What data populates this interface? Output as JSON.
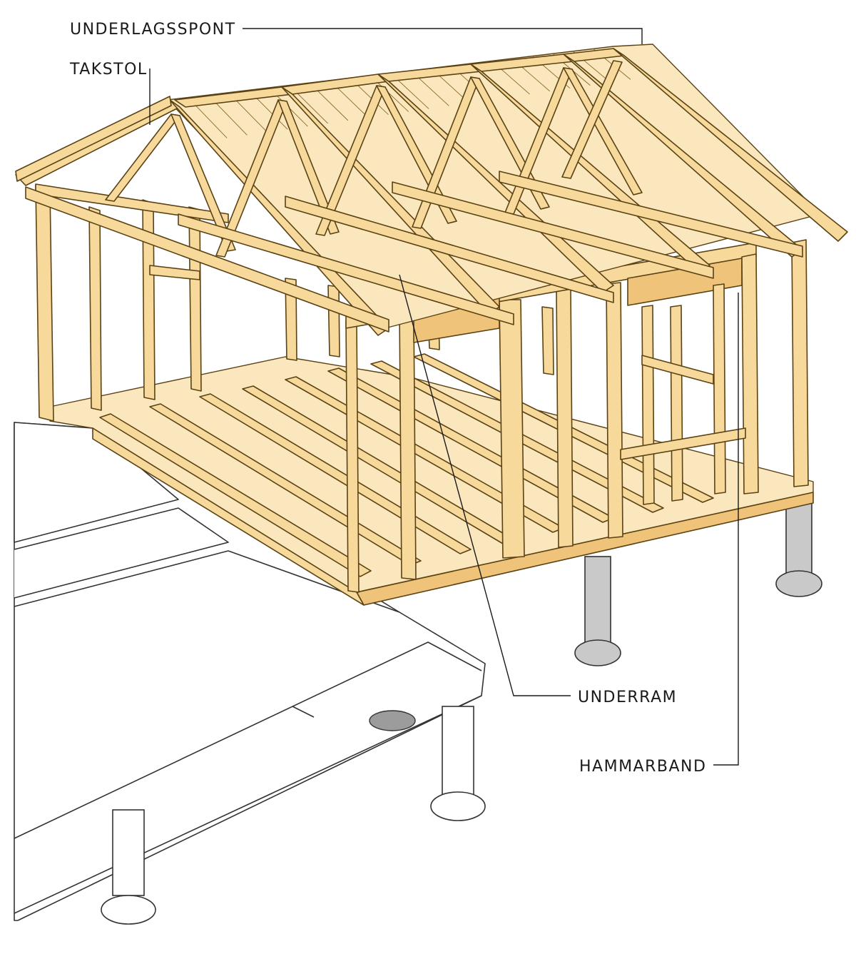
{
  "labels": {
    "underlagsspont": "UNDERLAGSSPONT",
    "takstol": "TAKSTOL",
    "underram": "UNDERRAM",
    "hammarband": "HAMMARBAND"
  },
  "colors": {
    "wood": "#f7d99c",
    "wood_shadow": "#efc37a",
    "outline": "#5a4214",
    "concrete": "#c9c9c9",
    "slab": "#ffffff"
  }
}
